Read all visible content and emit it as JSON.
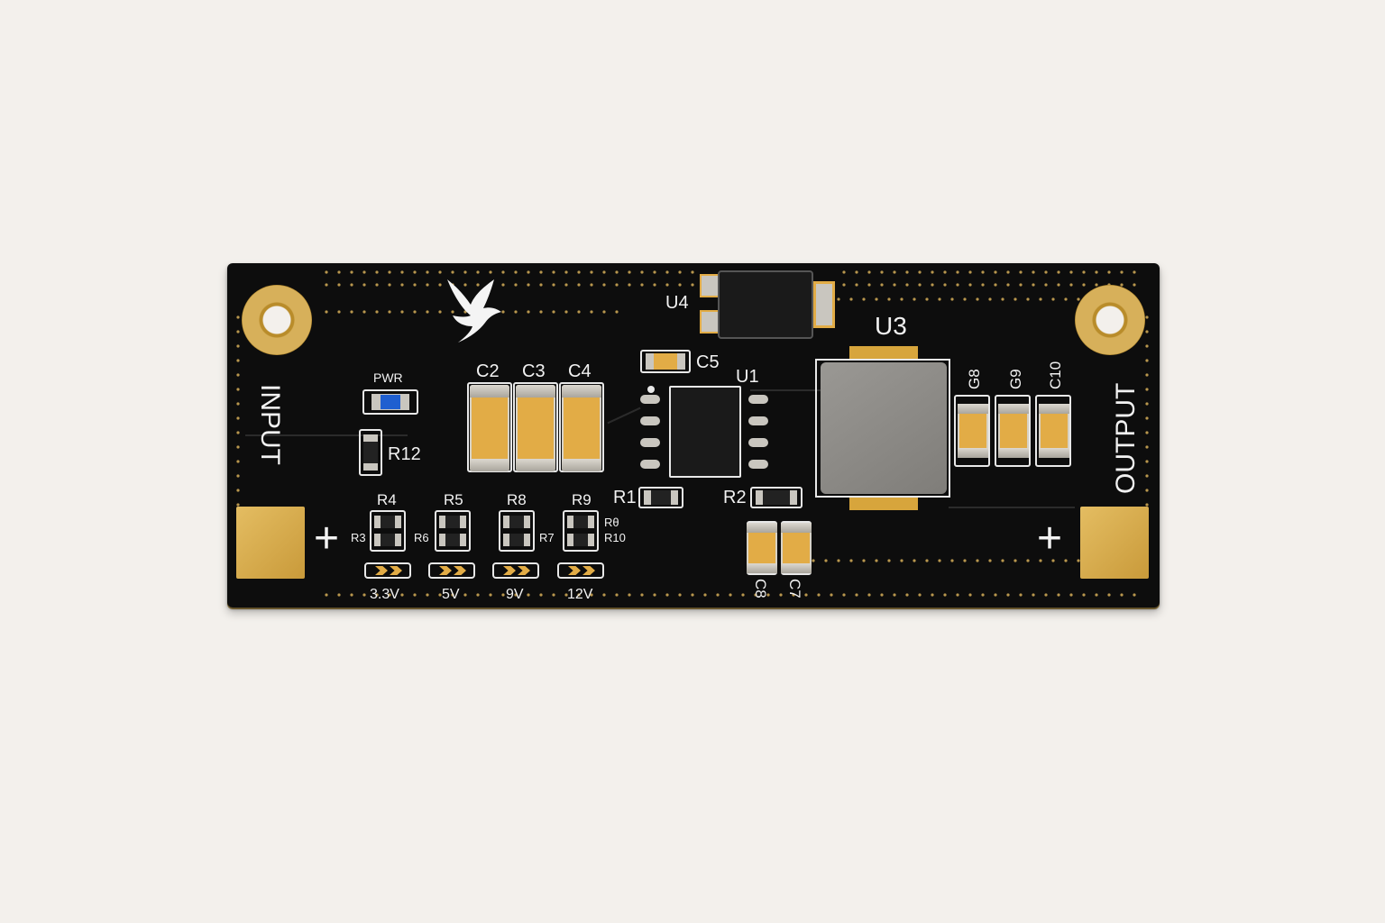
{
  "labels": {
    "input": "INPUT",
    "output": "OUTPUT",
    "pwr": "PWR",
    "u1": "U1",
    "u3": "U3",
    "u4": "U4",
    "c2": "C2",
    "c3": "C3",
    "c4": "C4",
    "c5": "C5",
    "c7": "C7",
    "c8": "C8",
    "g8": "G8",
    "g9": "G9",
    "c10": "C10",
    "r1": "R1",
    "r2": "R2",
    "r3": "R3",
    "r4": "R4",
    "r5": "R5",
    "r6": "R6",
    "r7": "R7",
    "r8": "R8",
    "r9": "R9",
    "r_theta": "Rθ",
    "r10": "R10",
    "r12": "R12",
    "plus": "+",
    "v33": "3.3V",
    "v5": "5V",
    "v9": "9V",
    "v12": "12V"
  },
  "colors": {
    "pcb": "#0d0d0d",
    "gold": "#e2ac46",
    "led": "#1f5fd0",
    "inductor": "#8c8a86"
  }
}
